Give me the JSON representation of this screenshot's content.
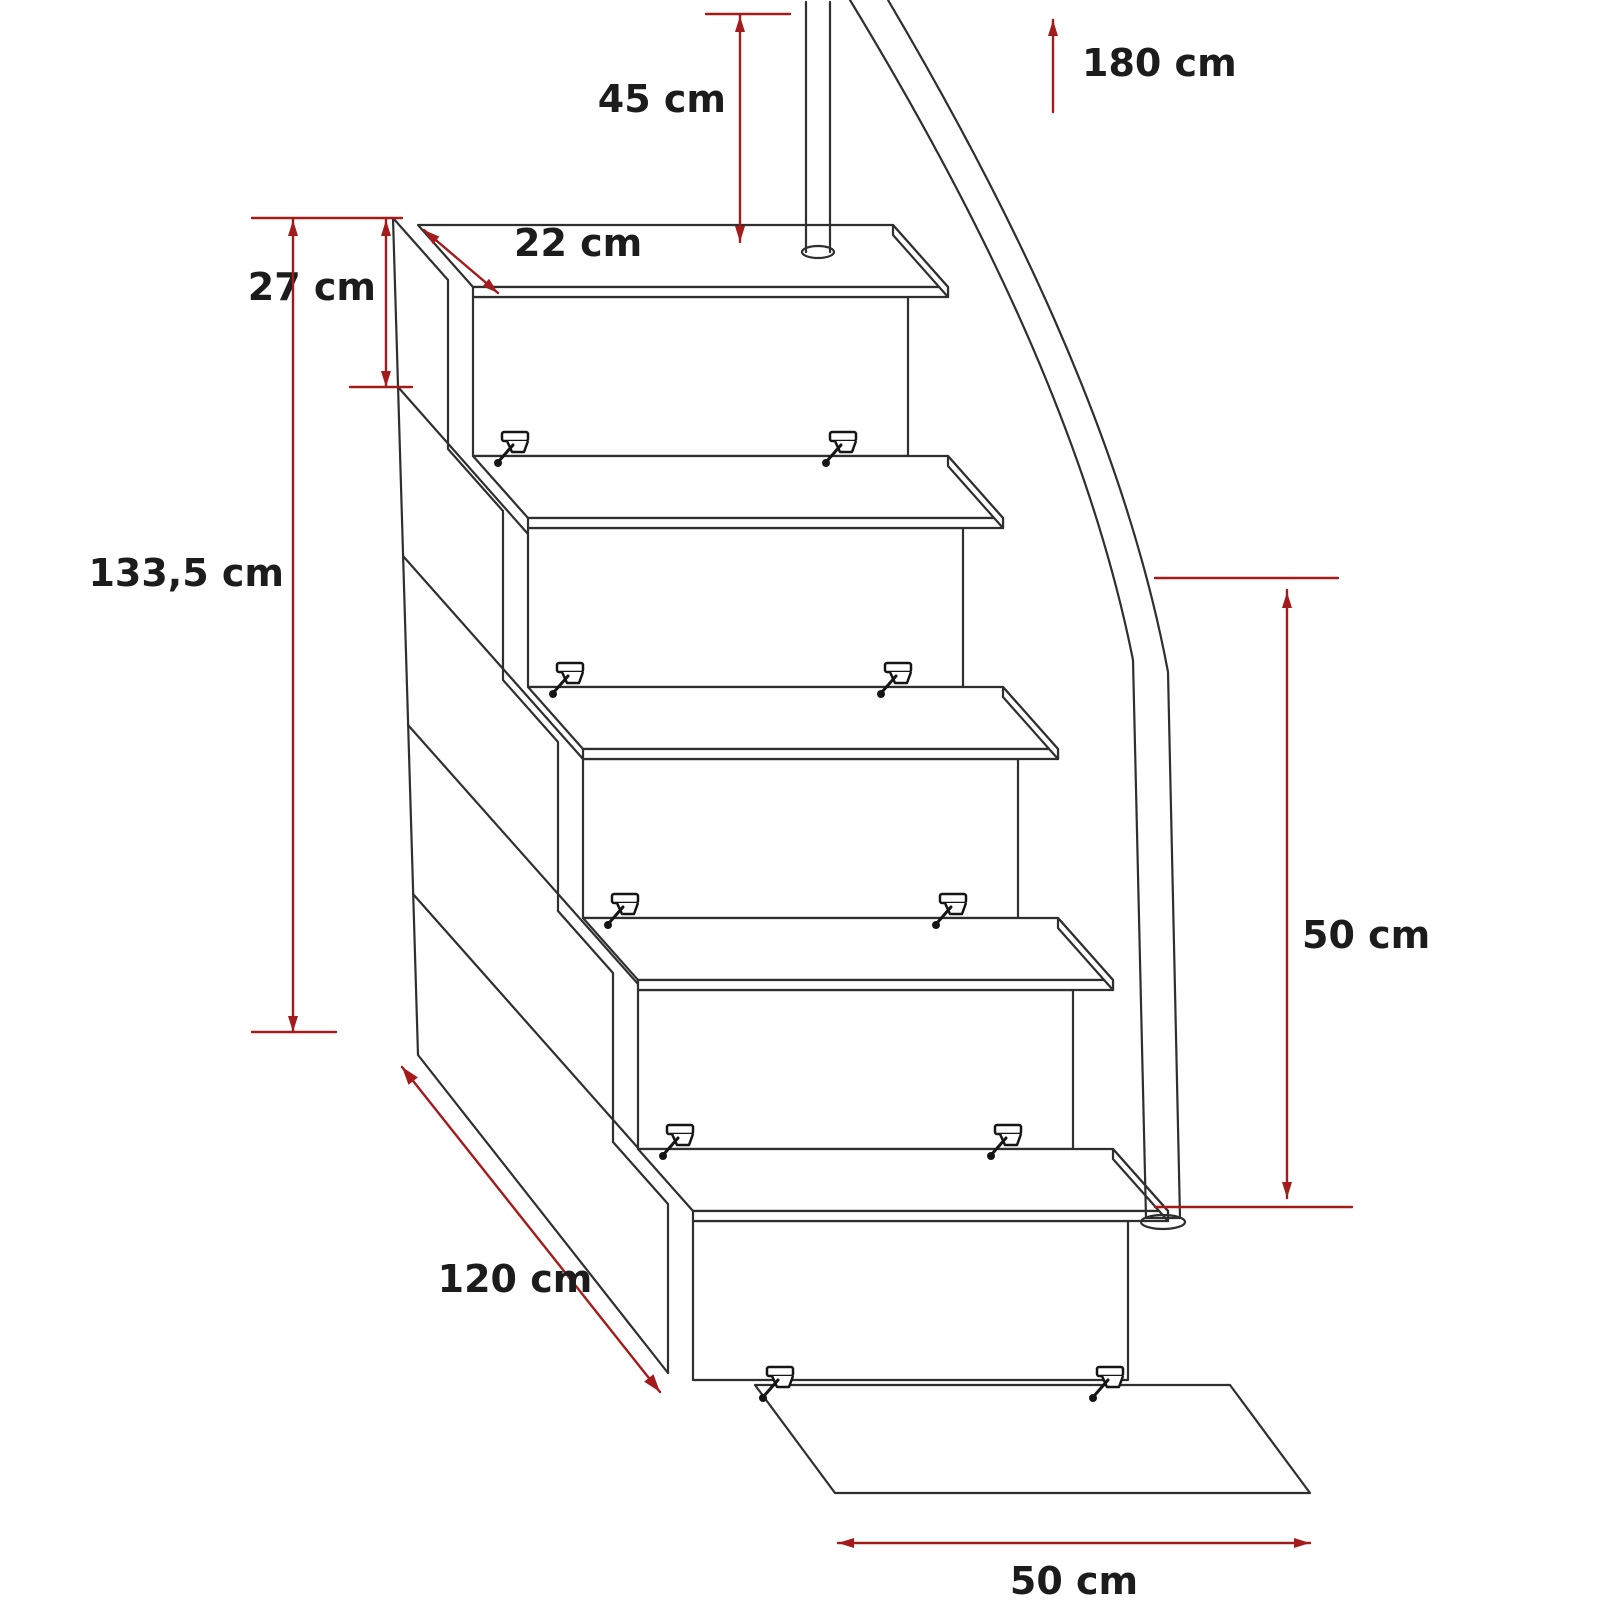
{
  "drawing": {
    "background": "#ffffff",
    "line_color": "#2f2f2f",
    "dimension_color": "#a31b1b",
    "label_color": "#1c1c1c",
    "subject": "staircase-with-storage-steps-and-handrail",
    "step_count": 5,
    "hinge_pair_count": 5,
    "labels": {
      "post_height": "45 cm",
      "handrail_height": "180 cm",
      "tread_depth": "22 cm",
      "riser_height": "27 cm",
      "total_height": "133,5 cm",
      "rail_above_steps": "50 cm",
      "total_run": "120 cm",
      "step_width": "50 cm"
    }
  }
}
